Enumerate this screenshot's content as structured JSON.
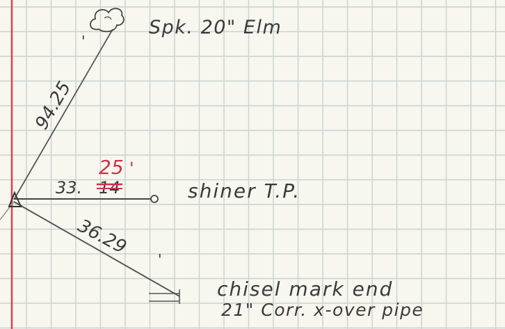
{
  "labels": {
    "tree": "Spk. 20\" Elm",
    "shiner": "shiner T.P.",
    "chisel_line1": "chisel mark end",
    "chisel_line2": "21\" Corr. x-over pipe"
  },
  "distances": {
    "to_tree": "94.25",
    "to_tree_tick": "'",
    "to_shiner_prefix": "33.",
    "to_shiner_struck": "14",
    "to_shiner_correction": "25",
    "to_shiner_correction_tick": "'",
    "to_chisel": "36.29",
    "to_chisel_tick": "'"
  },
  "colors": {
    "grid": "#c9d2cf",
    "margin_line": "#e0404a",
    "ink": "#3a3a3a",
    "correction": "#d0304a"
  }
}
